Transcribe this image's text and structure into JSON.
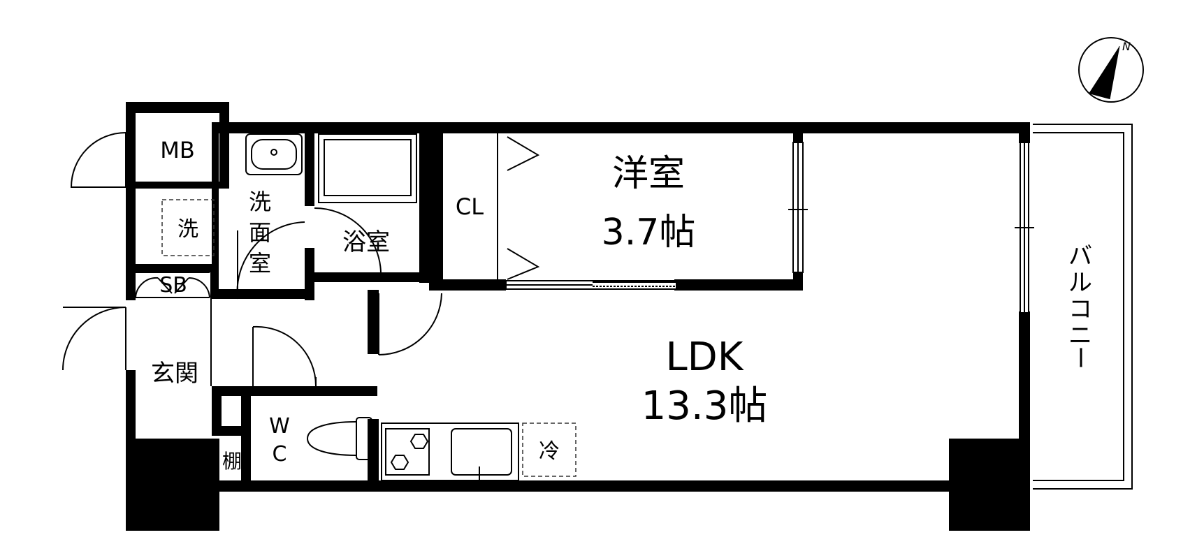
{
  "rooms": {
    "mb": "MB",
    "laundry": "洗",
    "washroom": [
      "洗",
      "面",
      "室"
    ],
    "bath": "浴室",
    "sb": "SB",
    "entrance": "玄関",
    "closet": "CL",
    "western_room_name": "洋室",
    "western_room_size": "3.7帖",
    "ldk_name": "LDK",
    "ldk_size": "13.3帖",
    "wc": [
      "W",
      "C"
    ],
    "shelf": "棚",
    "fridge": "冷",
    "balcony": [
      "バ",
      "ル",
      "コ",
      "ニ",
      "ー"
    ]
  },
  "compass": {
    "direction_label": "N",
    "icon": "north-arrow-icon"
  },
  "colors": {
    "wall": "#000000",
    "background": "#ffffff"
  }
}
